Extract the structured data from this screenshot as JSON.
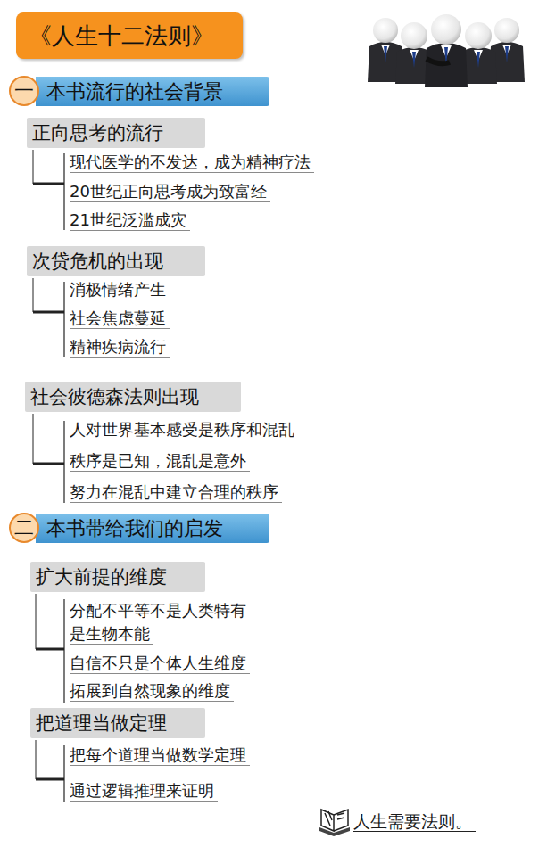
{
  "diagram": {
    "title": "《人生十二法则》",
    "nodes": [
      {
        "text": [
          "一"
        ]
      },
      {
        "text": [
          "本书流行的社会背景"
        ]
      },
      {
        "text": [
          "正向思考的流行"
        ]
      },
      {
        "text": [
          "次贷危机的出现"
        ]
      },
      {
        "text": [
          "社会彼德森法则出现"
        ]
      },
      {
        "text": [
          "二"
        ]
      },
      {
        "text": [
          "本书带给我们的启发"
        ]
      },
      {
        "text": [
          "扩大前提的维度"
        ]
      },
      {
        "text": [
          "把道理当做定理"
        ]
      }
    ],
    "labels": [
      "现代医学的不发达，成为精神疗法",
      "20世纪正向思考成为致富经",
      "21世纪泛滥成灾",
      "消极情绪产生",
      "社会焦虑蔓延",
      "精神疾病流行",
      "人对世界基本感受是秩序和混乱",
      "秩序是已知，混乱是意外",
      "努力在混乱中建立合理的秩序",
      "分配不平等不是人类特有",
      "是生物本能",
      "自信不只是个体人生维度",
      "拓展到自然现象的维度",
      "把每个道理当做数学定理",
      "通过逻辑推理来证明",
      "人生需要法则。"
    ]
  }
}
